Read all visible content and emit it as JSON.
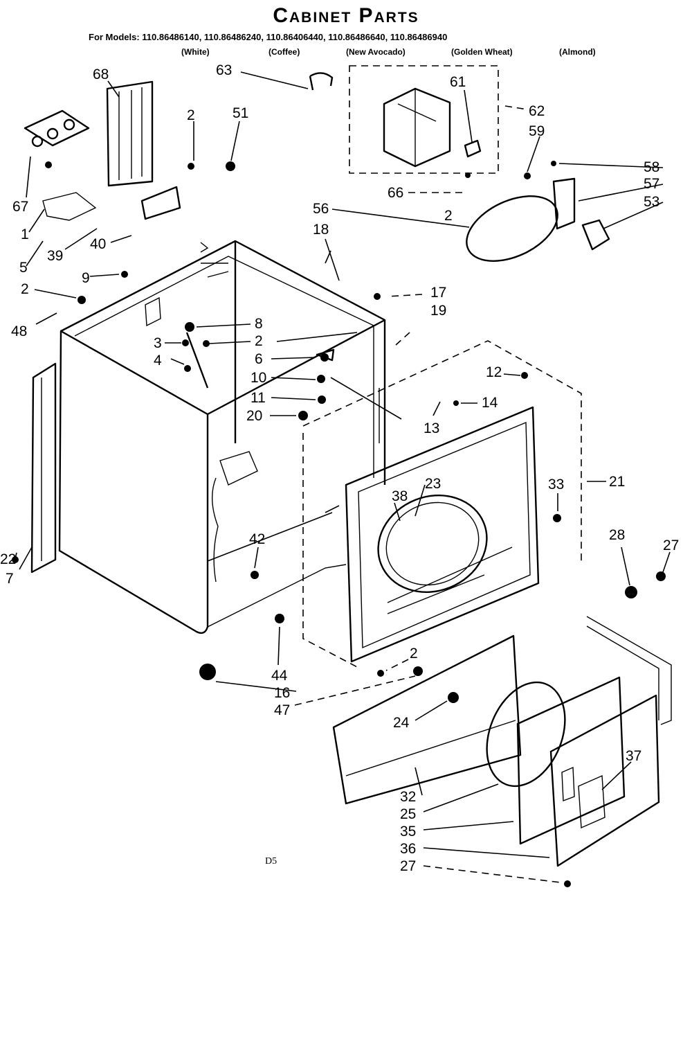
{
  "header": {
    "title": "Cabinet Parts",
    "models": "For Models: 110.86486140, 110.86486240, 110.86406440, 110.86486640, 110.86486940",
    "colors": [
      "(White)",
      "(Coffee)",
      "(New Avocado)",
      "(Golden Wheat)",
      "(Almond)"
    ]
  },
  "diagram_code": "D5",
  "callouts": [
    "63",
    "68",
    "2",
    "51",
    "61",
    "62",
    "59",
    "58",
    "57",
    "53",
    "67",
    "1",
    "39",
    "40",
    "5",
    "66",
    "2",
    "56",
    "18",
    "9",
    "2",
    "17",
    "19",
    "48",
    "8",
    "3",
    "2",
    "6",
    "4",
    "10",
    "11",
    "20",
    "12",
    "14",
    "13",
    "23",
    "38",
    "33",
    "21",
    "42",
    "22",
    "7",
    "28",
    "27",
    "44",
    "16",
    "47",
    "2",
    "24",
    "37",
    "32",
    "25",
    "35",
    "36",
    "27"
  ]
}
